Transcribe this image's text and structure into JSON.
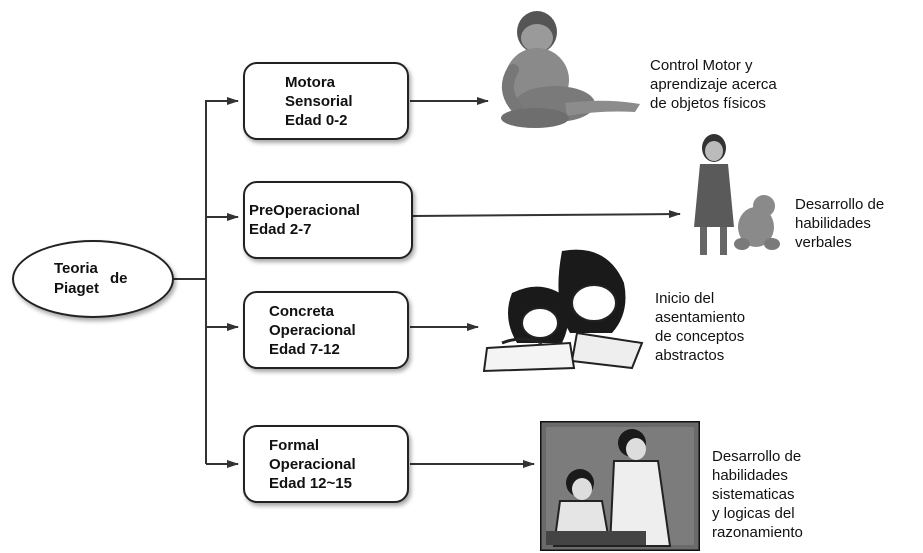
{
  "root": {
    "line1": "Teoria",
    "line2": "Piaget",
    "de": "de"
  },
  "stages": [
    {
      "lines": [
        "Motora",
        "Sensorial",
        "Edad 0-2"
      ],
      "desc": [
        "Control Motor y",
        "aprendizaje acerca",
        "de objetos físicos"
      ],
      "image": "baby-sitting"
    },
    {
      "lines": [
        "PreOperacional",
        "Edad 2-7"
      ],
      "desc": [
        "Desarrollo de",
        "habilidades",
        "verbales"
      ],
      "image": "girl-with-teddy-bear"
    },
    {
      "lines": [
        "Concreta",
        "Operacional",
        "Edad 7-12"
      ],
      "desc": [
        "Inicio del",
        "asentamiento",
        "de conceptos",
        "abstractos"
      ],
      "image": "mother-reading-with-child"
    },
    {
      "lines": [
        "Formal",
        "Operacional",
        "Edad 12~15"
      ],
      "desc": [
        "Desarrollo de",
        "habilidades",
        "sistematicas",
        "y logicas del",
        "razonamiento"
      ],
      "image": "teacher-with-student"
    }
  ]
}
